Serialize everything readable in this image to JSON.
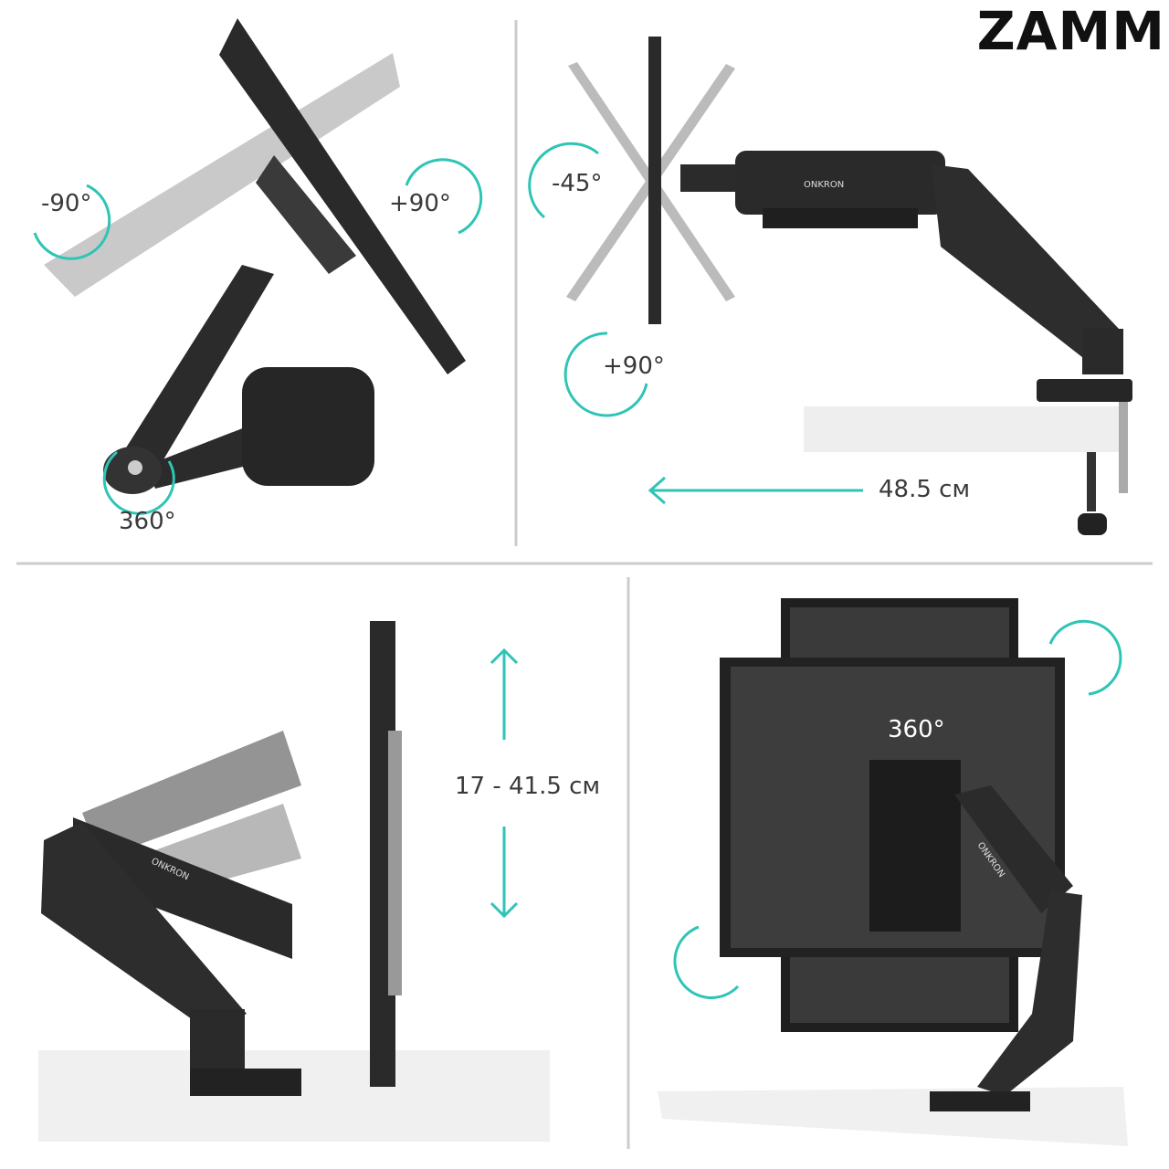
{
  "brand_logo": "ZAMM",
  "product_brand": "ONKRON",
  "accent_color": "#2ec4b6",
  "panels": {
    "tilt": {
      "left_label": "-90°",
      "right_label": "+90°",
      "swivel_label": "360°"
    },
    "extension": {
      "tilt_up_label": "-45°",
      "tilt_down_label": "+90°",
      "reach_label": "48.5 см"
    },
    "height": {
      "range_label": "17 - 41.5 см"
    },
    "rotation": {
      "rotation_label": "360°"
    }
  }
}
